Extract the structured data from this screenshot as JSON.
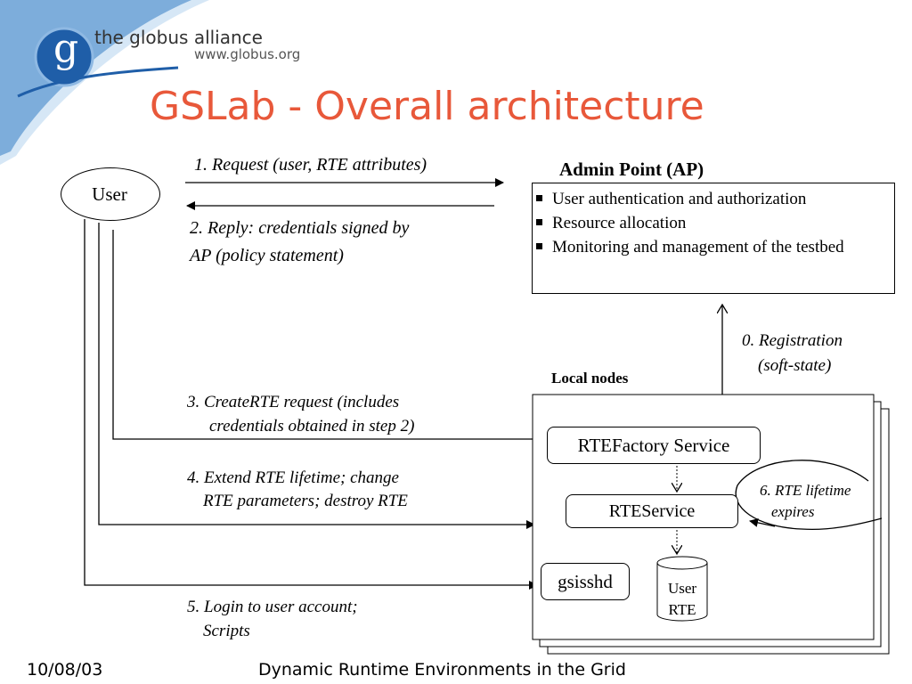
{
  "logo": {
    "name": "the globus alliance",
    "url": "www.globus.org",
    "letter": "g"
  },
  "title": "GSLab - Overall architecture",
  "user_node": "User",
  "admin_point": {
    "heading": "Admin Point (AP)",
    "items": [
      "User authentication and authorization",
      "Resource allocation",
      "Monitoring and management of  the testbed"
    ]
  },
  "steps": {
    "request": "1. Request (user, RTE attributes)",
    "reply_line1": "2. Reply: credentials signed by",
    "reply_line2": "AP (policy statement)",
    "registration_line1": "0. Registration",
    "registration_line2": "(soft-state)",
    "create_line1": "3. CreateRTE request (includes",
    "create_line2": "credentials obtained in step 2)",
    "extend_line1": "4. Extend RTE lifetime; change",
    "extend_line2": "RTE parameters; destroy RTE",
    "login_line1": "5. Login to user account;",
    "login_line2": "Scripts",
    "expire_line1": "6. RTE  lifetime",
    "expire_line2": "expires"
  },
  "local_nodes": {
    "heading": "Local nodes",
    "factory": "RTEFactory Service",
    "service": "RTEService",
    "sshd": "gsisshd",
    "user_rte_line1": "User",
    "user_rte_line2": "RTE"
  },
  "footer": {
    "date": "10/08/03",
    "caption": "Dynamic Runtime Environments in the Grid"
  }
}
